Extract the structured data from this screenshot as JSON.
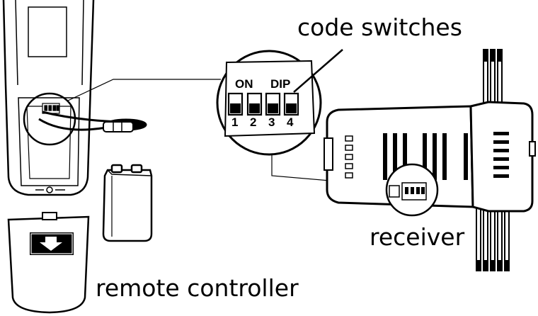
{
  "labels": {
    "code_switches": "code switches",
    "receiver": "receiver",
    "remote_controller": "remote controller"
  },
  "dip_switch": {
    "on_label": "ON",
    "dip_label": "DIP",
    "numbers": [
      "1",
      "2",
      "3",
      "4"
    ]
  },
  "colors": {
    "ink": "#000000",
    "paper": "#ffffff"
  }
}
